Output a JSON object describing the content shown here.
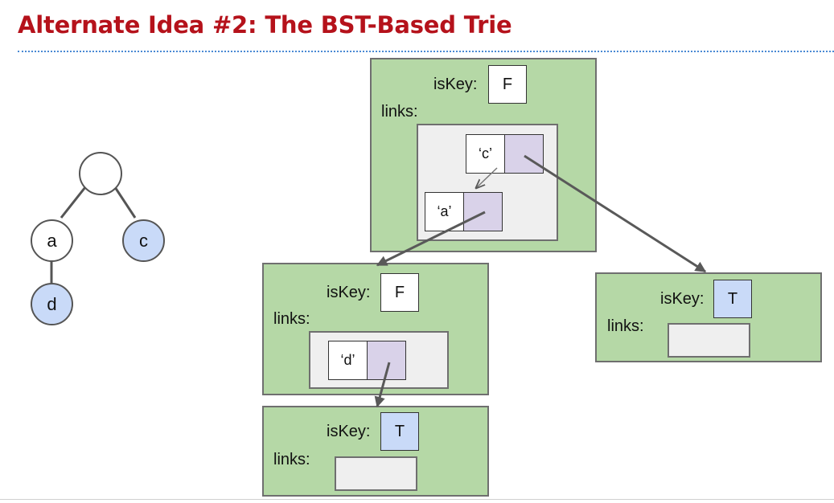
{
  "slide": {
    "title": "Alternate Idea #2: The BST-Based Trie"
  },
  "trie": {
    "root": {
      "label": ""
    },
    "a": {
      "label": "a"
    },
    "c": {
      "label": "c"
    },
    "d": {
      "label": "d"
    }
  },
  "nodes": {
    "root": {
      "iskey_label": "isKey:",
      "iskey_value": "F",
      "links_label": "links:",
      "cell_c": "‘c’",
      "cell_a": "‘a’"
    },
    "a": {
      "iskey_label": "isKey:",
      "iskey_value": "F",
      "links_label": "links:",
      "cell_d": "‘d’"
    },
    "c": {
      "iskey_label": "isKey:",
      "iskey_value": "T",
      "links_label": "links:"
    },
    "d": {
      "iskey_label": "isKey:",
      "iskey_value": "T",
      "links_label": "links:"
    }
  },
  "colors": {
    "title": "#b5121b",
    "node_fill": "#b5d8a6",
    "pointer_fill": "#d9d2e9",
    "key_true_fill": "#c9daf8"
  }
}
